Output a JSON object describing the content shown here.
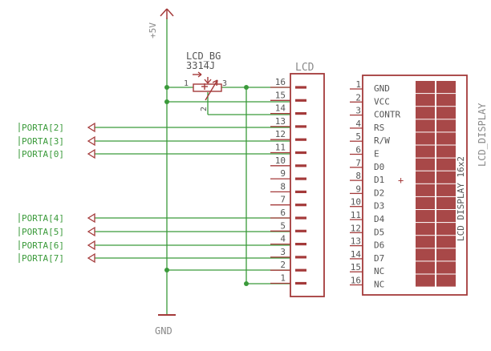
{
  "power": {
    "label": "+5V"
  },
  "ground": {
    "label": "GND"
  },
  "potentiometer": {
    "name": "LCD_BG",
    "value": "3314J",
    "pin1": "1",
    "pin2": "2",
    "pin3": "3"
  },
  "connector": {
    "title": "LCD",
    "pins": [
      "16",
      "15",
      "14",
      "13",
      "12",
      "11",
      "10",
      "9",
      "8",
      "7",
      "6",
      "5",
      "4",
      "3",
      "2",
      "1"
    ]
  },
  "port_labels": [
    "PORTA[2]",
    "PORTA[3]",
    "PORTA[0]",
    "PORTA[4]",
    "PORTA[5]",
    "PORTA[6]",
    "PORTA[7]"
  ],
  "lcd_display": {
    "part_name": "LCD_DISPLAY",
    "part_value": "LCD DISPLAY 16x2",
    "plus_mark": "+",
    "pin_numbers": [
      "1",
      "2",
      "3",
      "4",
      "5",
      "6",
      "7",
      "8",
      "9",
      "10",
      "11",
      "12",
      "13",
      "14",
      "15",
      "16"
    ],
    "pin_names": [
      "GND",
      "VCC",
      "CONTR",
      "RS",
      "R/W",
      "E",
      "D0",
      "D1",
      "D2",
      "D3",
      "D4",
      "D5",
      "D6",
      "D7",
      "NC",
      "NC"
    ],
    "matrix_rows": 16,
    "matrix_cols": 2
  },
  "colors": {
    "net": "#3a9a3a",
    "part": "#a43a3a",
    "label_gray": "#8a8a8a",
    "pot_text": "#555555",
    "cell_fill": "#a84848"
  }
}
